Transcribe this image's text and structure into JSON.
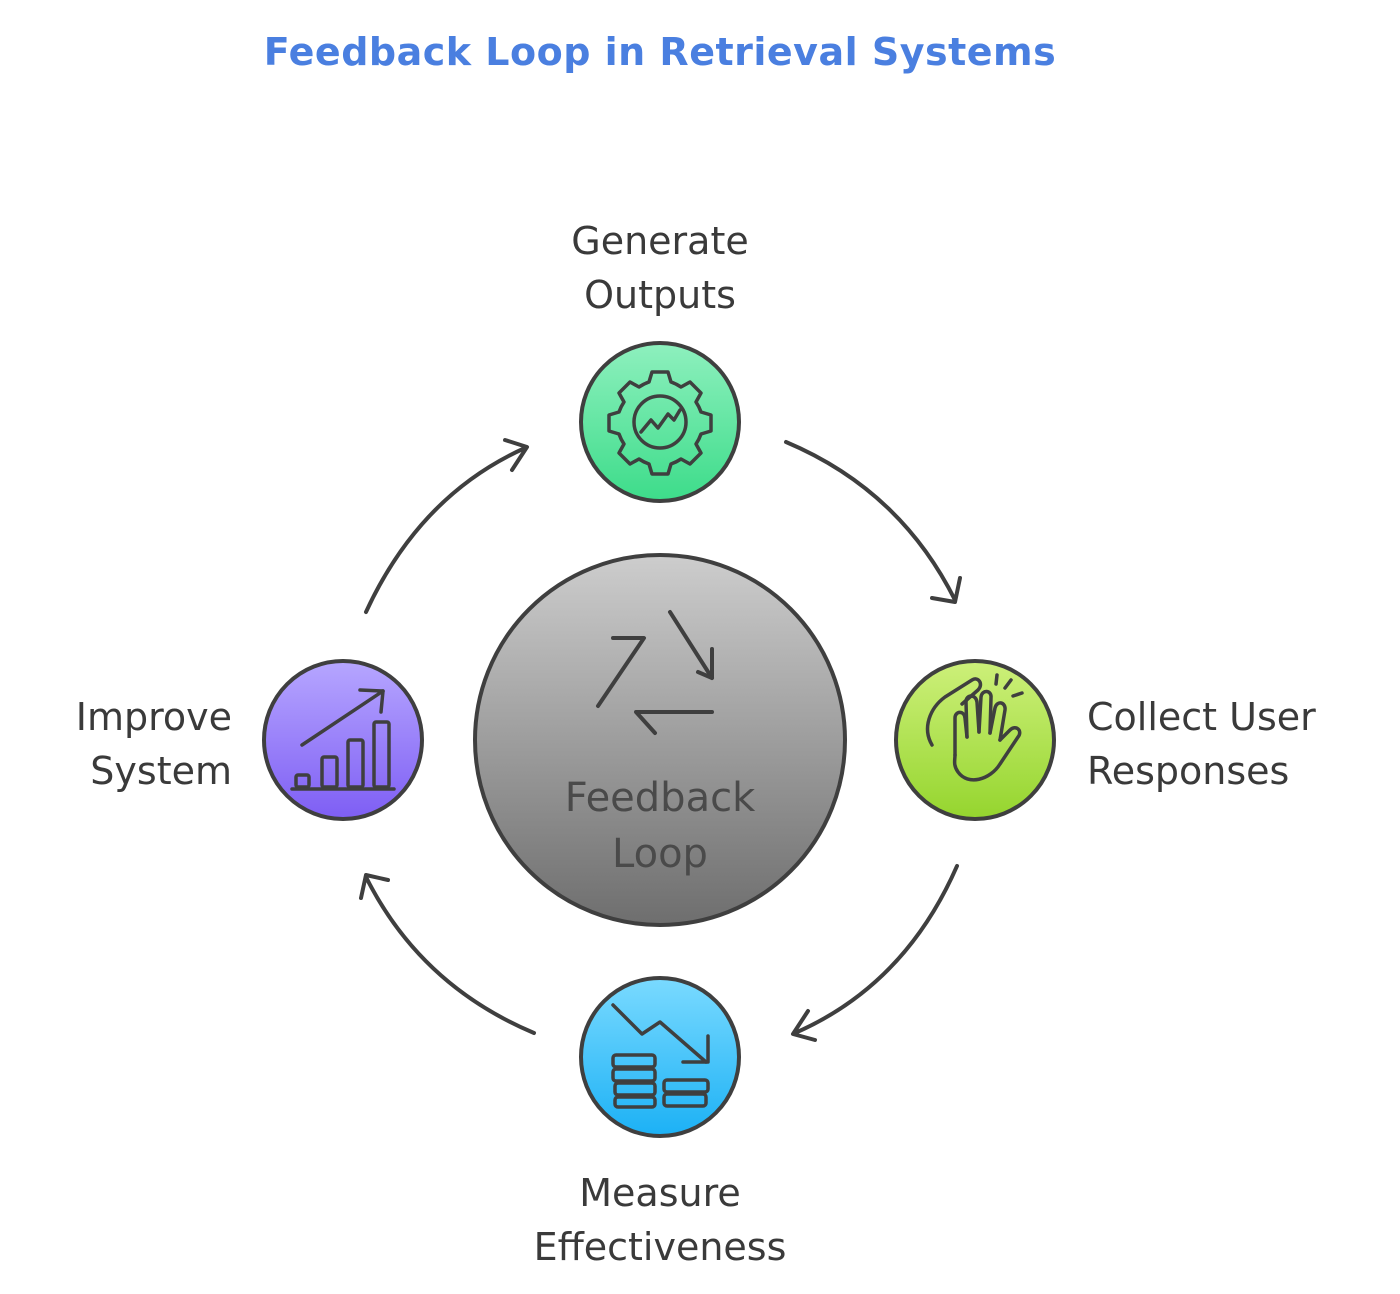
{
  "title": "Feedback Loop in Retrieval Systems",
  "hub": {
    "line1": "Feedback",
    "line2": "Loop",
    "icon": "cycle-arrows-icon"
  },
  "nodes": [
    {
      "id": "generate-outputs",
      "line1": "Generate",
      "line2": "Outputs",
      "icon": "gear-trend-icon",
      "color_top": "#8ef0be",
      "color_bottom": "#3ddc8a"
    },
    {
      "id": "collect-user-responses",
      "line1": "Collect User",
      "line2": "Responses",
      "icon": "clapping-hands-icon",
      "color_top": "#c8ef6a",
      "color_bottom": "#95d52e"
    },
    {
      "id": "measure-effectiveness",
      "line1": "Measure",
      "line2": "Effectiveness",
      "icon": "declining-coins-icon",
      "color_top": "#6fd6ff",
      "color_bottom": "#1fb4f5"
    },
    {
      "id": "improve-system",
      "line1": "Improve",
      "line2": "System",
      "icon": "growth-chart-icon",
      "color_top": "#b4a3ff",
      "color_bottom": "#8060f5"
    }
  ],
  "colors": {
    "title": "#4a7fe0",
    "outline": "#3f3f3f",
    "hub_top": "#c9c9c9",
    "hub_bottom": "#6f6f6f"
  }
}
